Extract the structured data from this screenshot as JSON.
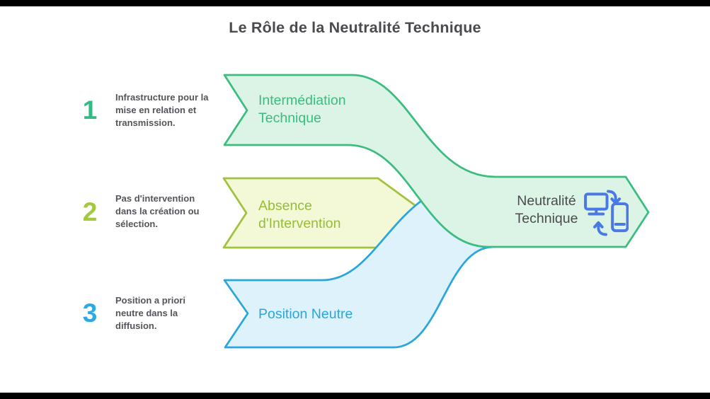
{
  "title": "Le Rôle de la Neutralité Technique",
  "steps": [
    {
      "number": "1",
      "number_color": "#2ebd85",
      "description": "Infrastructure pour la\nmise en relation et\ntransmission.",
      "label": "Intermédiation\nTechnique",
      "label_color": "#3cbc7e",
      "fill": "#dcf4e6",
      "stroke": "#3cbd80"
    },
    {
      "number": "2",
      "number_color": "#a5c93e",
      "description": "Pas d'intervention\ndans la création ou\nsélection.",
      "label": "Absence\nd'Intervention",
      "label_color": "#96bd37",
      "fill": "#f3f8d7",
      "stroke": "#a2c13c"
    },
    {
      "number": "3",
      "number_color": "#2babe2",
      "description": "Position a priori\nneutre dans la\ndiffusion.",
      "label": "Position Neutre",
      "label_color": "#2ba5de",
      "fill": "#def2fb",
      "stroke": "#2ba6dd"
    }
  ],
  "result": {
    "label": "Neutralité\nTechnique",
    "label_color": "#4a4b4f",
    "icon": "device-sync-icon",
    "icon_color": "#4a79e6"
  },
  "title_color": "#4a4b4e",
  "description_text_color": "#54555a",
  "background_color": "#ffffff",
  "edge_bar_color": "#000000"
}
